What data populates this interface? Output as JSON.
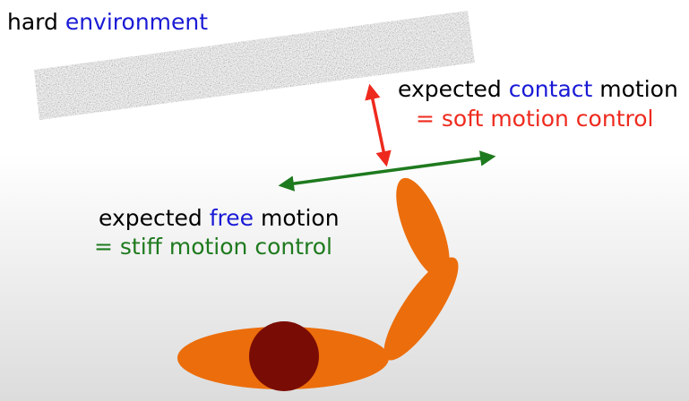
{
  "hard_environment": {
    "word1": "hard",
    "word2": "environment"
  },
  "contact_motion": {
    "prefix": "expected",
    "keyword": "contact",
    "suffix": "motion",
    "control": "= soft motion control"
  },
  "free_motion": {
    "prefix": "expected",
    "keyword": "free",
    "suffix": "motion",
    "control": "= stiff motion control"
  },
  "colors": {
    "keyword_blue": "#1a1ad6",
    "soft_red": "#ee2a1e",
    "stiff_green": "#1e7a1e",
    "robot_orange": "#ec6d0b",
    "robot_head": "#7a0c06"
  }
}
